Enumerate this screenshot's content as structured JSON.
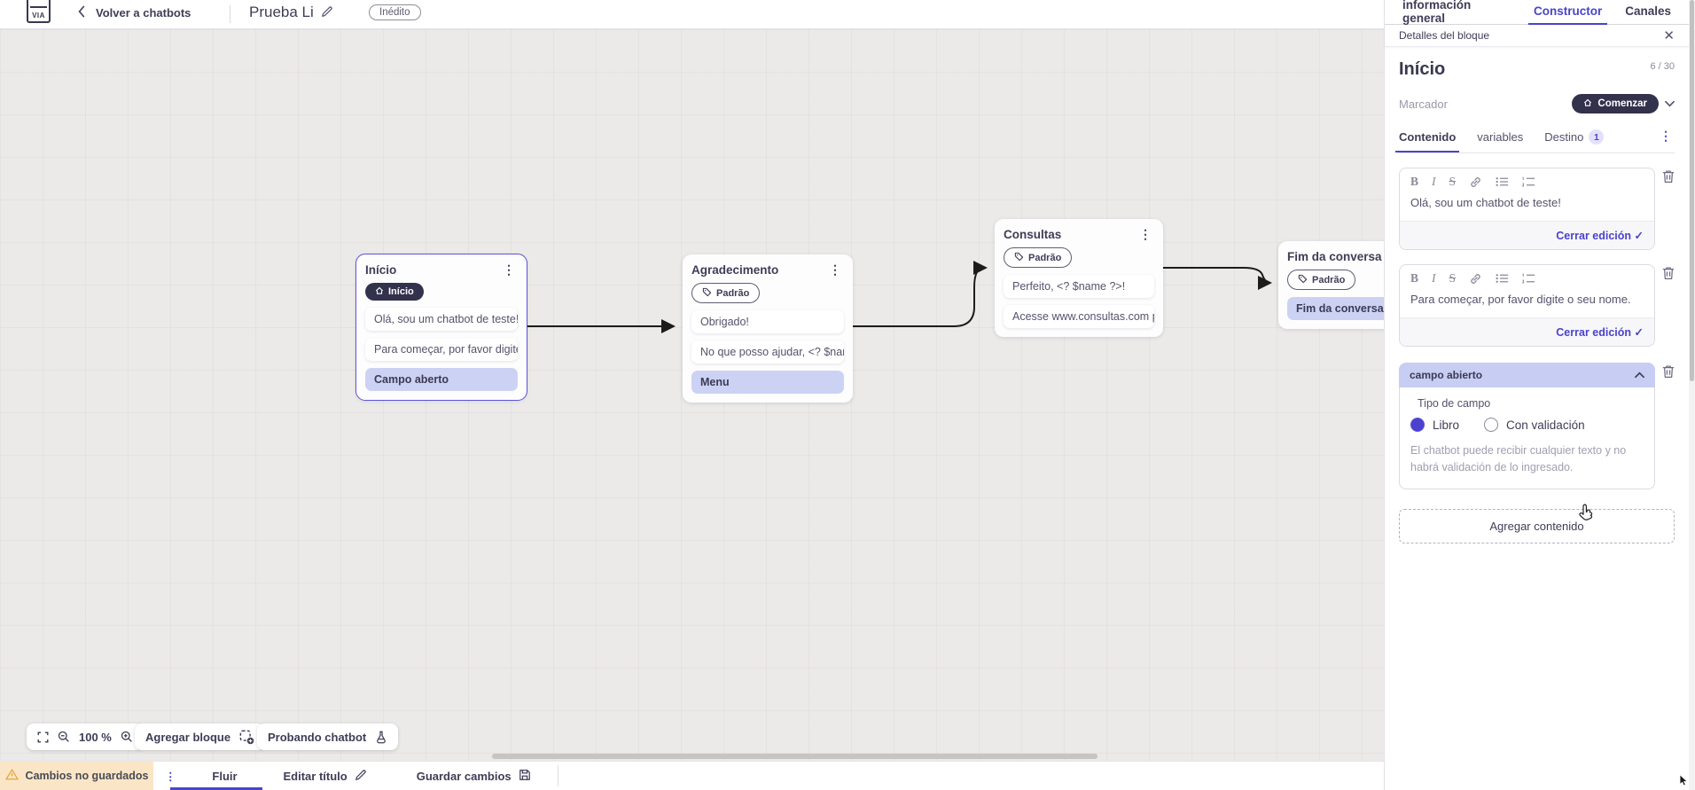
{
  "app": {
    "logo_text": "VIA"
  },
  "header": {
    "back_label": "Volver a chatbots",
    "bot_title": "Prueba Li",
    "status_badge": "Inédito",
    "tabs": [
      {
        "label": "información general"
      },
      {
        "label": "Constructor"
      },
      {
        "label": "Canales"
      }
    ]
  },
  "canvas": {
    "zoom_level": "100 %",
    "add_block_label": "Agregar bloque",
    "test_chatbot_label": "Probando chatbot",
    "nodes": [
      {
        "title": "Início",
        "badge": "Início",
        "rows": [
          {
            "text": "Olá, sou um chatbot de teste!"
          },
          {
            "text": "Para começar, por favor digite o ..."
          },
          {
            "text": "Campo aberto"
          }
        ]
      },
      {
        "title": "Agradecimento",
        "badge": "Padrão",
        "rows": [
          {
            "text": "Obrigado!"
          },
          {
            "text": "No que posso ajudar, <? $name ..."
          },
          {
            "text": "Menu"
          }
        ]
      },
      {
        "title": "Consultas",
        "badge": "Padrão",
        "rows": [
          {
            "text": "Perfeito, <? $name ?>!"
          },
          {
            "text": "Acesse www.consultas.com par..."
          }
        ]
      },
      {
        "title": "Fim da conversa",
        "badge": "Padrão",
        "rows": [
          {
            "text": "Fim da conversa"
          }
        ]
      }
    ]
  },
  "panel": {
    "header": "Detalles del bloque",
    "block_name": "Início",
    "char_counter": "6 / 30",
    "marker_label": "Marcador",
    "marker_value": "Comenzar",
    "tabs": [
      {
        "label": "Contenido"
      },
      {
        "label": "variables"
      },
      {
        "label": "Destino",
        "badge": "1"
      }
    ],
    "editors": [
      {
        "text": "Olá, sou um chatbot de teste!",
        "close_label": "Cerrar edición"
      },
      {
        "text": "Para começar, por favor digite o seu nome.",
        "close_label": "Cerrar edición"
      }
    ],
    "field": {
      "title": "campo abierto",
      "type_label": "Tipo de campo",
      "option_free": "Libro",
      "option_validated": "Con validación",
      "description": "El chatbot puede recibir cualquier texto y no habrá validación de lo ingresado."
    },
    "add_content_label": "Agregar contenido"
  },
  "footer": {
    "unsaved_label": "Cambios no guardados",
    "flow_tab": "Fluir",
    "edit_title_label": "Editar título",
    "save_label": "Guardar cambios"
  },
  "colors": {
    "accent": "#4845c8",
    "dark_pill": "#32324d",
    "highlight_row": "#ccd2f4",
    "field_header": "#c7cdf3",
    "warning_bg": "#fae6c7",
    "warning_icon": "#e8a33d",
    "canvas_bg": "#eceae9"
  }
}
